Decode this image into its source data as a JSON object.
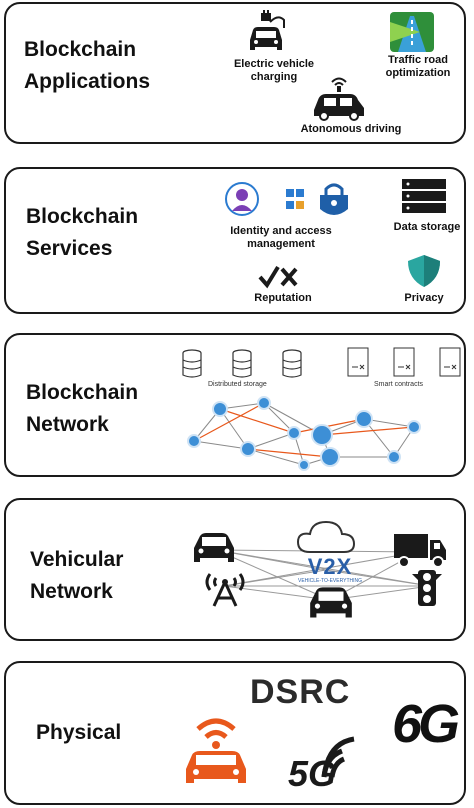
{
  "layers": [
    {
      "title": "Blockchain Applications",
      "title_lines": [
        "Blockchain",
        "Applications"
      ],
      "items": {
        "ev_charging": [
          "Electric vehicle",
          "charging"
        ],
        "traffic": [
          "Traffic road",
          "optimization"
        ],
        "driving": "Atonomous driving"
      }
    },
    {
      "title": "Blockchain Services",
      "title_lines": [
        "Blockchain",
        "Services"
      ],
      "items": {
        "identity": [
          "Identity and access",
          "management"
        ],
        "data_storage": "Data storage",
        "reputation": "Reputation",
        "privacy": "Privacy"
      }
    },
    {
      "title": "Blockchain Network",
      "title_lines": [
        "Blockchain",
        "Network"
      ],
      "items": {
        "distributed_storage": "Distributed storage",
        "smart_contracts": "Smart contracts"
      }
    },
    {
      "title": "Vehicular Network",
      "title_lines": [
        "Vehicular",
        "Network"
      ],
      "items": {
        "v2x_logo": "V2X",
        "v2x_sub": "VEHICLE-TO-EVERYTHING"
      }
    },
    {
      "title": "Physical",
      "title_lines": [
        "Physical"
      ],
      "items": {
        "dsrc": "DSRC",
        "g5": "5G",
        "g6": "6G"
      }
    }
  ],
  "icons": [
    "car-charging-icon",
    "traffic-road-icon",
    "autonomous-car-icon",
    "identity-icon",
    "server-icon",
    "checkmark-x-icon",
    "shield-icon",
    "database-icon",
    "contract-icon",
    "car-icon",
    "truck-icon",
    "antenna-icon",
    "traffic-light-icon",
    "cloud-icon",
    "wifi-car-icon"
  ],
  "colors": {
    "border": "#1a1a1a",
    "blue": "#2b7bd0",
    "orange": "#e8581c",
    "node": "#3d8fd6"
  }
}
